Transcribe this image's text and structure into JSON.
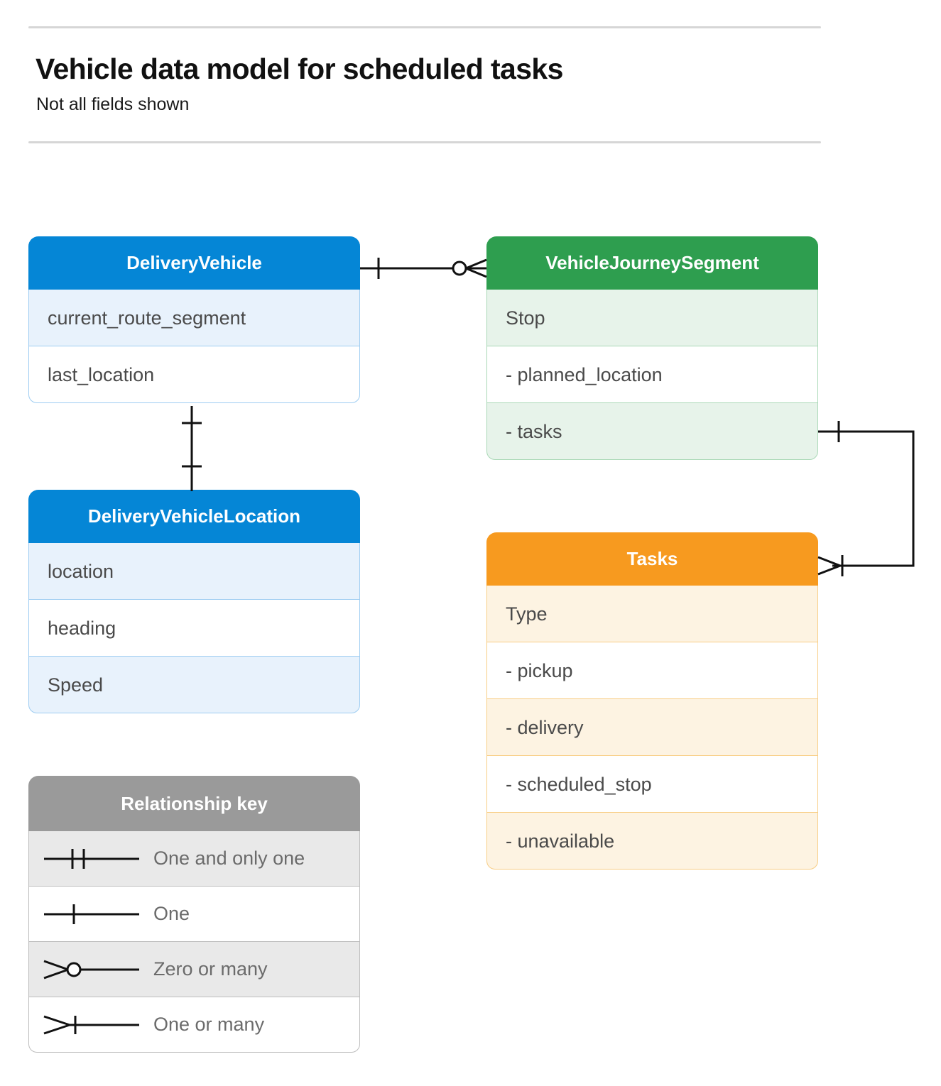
{
  "header": {
    "title": "Vehicle data model for scheduled tasks",
    "subtitle": "Not all fields shown"
  },
  "colors": {
    "blue": "#0586D6",
    "blue_tint": "#E8F2FC",
    "blue_border": "#9ECDF2",
    "green": "#2E9E4F",
    "green_tint": "#E7F3EA",
    "green_border": "#A9D8B6",
    "orange": "#F79A1F",
    "orange_tint": "#FDF3E2",
    "orange_border": "#F8CD84",
    "gray_header": "#9A9A9A",
    "gray_tint": "#E9E9E9",
    "gray_border": "#BDBDBD",
    "line": "#111111",
    "rule": "#D6D6D6"
  },
  "entities": [
    {
      "id": "delivery-vehicle",
      "name": "DeliveryVehicle",
      "color": "blue",
      "rows": [
        {
          "label": "current_route_segment",
          "shaded": true
        },
        {
          "label": "last_location",
          "shaded": false
        }
      ]
    },
    {
      "id": "vehicle-journey-segment",
      "name": "VehicleJourneySegment",
      "color": "green",
      "rows": [
        {
          "label": "Stop",
          "shaded": true
        },
        {
          "label": "-  planned_location",
          "shaded": false
        },
        {
          "label": "- tasks",
          "shaded": true
        }
      ]
    },
    {
      "id": "delivery-vehicle-location",
      "name": "DeliveryVehicleLocation",
      "color": "blue",
      "rows": [
        {
          "label": "location",
          "shaded": true
        },
        {
          "label": "heading",
          "shaded": false
        },
        {
          "label": "Speed",
          "shaded": true
        }
      ]
    },
    {
      "id": "tasks",
      "name": "Tasks",
      "color": "orange",
      "rows": [
        {
          "label": "Type",
          "shaded": true
        },
        {
          "label": "-  pickup",
          "shaded": false
        },
        {
          "label": "-  delivery",
          "shaded": true
        },
        {
          "label": "-  scheduled_stop",
          "shaded": false
        },
        {
          "label": "-  unavailable",
          "shaded": true
        }
      ]
    }
  ],
  "legend": {
    "title": "Relationship key",
    "items": [
      {
        "symbol": "one-and-only-one-icon",
        "label": "One and only one",
        "shaded": true
      },
      {
        "symbol": "one-icon",
        "label": "One",
        "shaded": false
      },
      {
        "symbol": "zero-or-many-icon",
        "label": "Zero or many",
        "shaded": true
      },
      {
        "symbol": "one-or-many-icon",
        "label": "One or many",
        "shaded": false
      }
    ]
  },
  "relationships": [
    {
      "id": "deliveryvehicle-to-vehiclejourneysegment",
      "from": "DeliveryVehicle",
      "to": "VehicleJourneySegment",
      "from_cardinality": "One",
      "to_cardinality": "Zero or many"
    },
    {
      "id": "deliveryvehicle-to-deliveryvehiclelocation",
      "from": "DeliveryVehicle",
      "to": "DeliveryVehicleLocation",
      "from_cardinality": "One",
      "to_cardinality": "One"
    },
    {
      "id": "vehiclejourneysegment-to-tasks",
      "from": "VehicleJourneySegment",
      "to": "Tasks",
      "from_cardinality": "One",
      "to_cardinality": "One or many"
    }
  ]
}
